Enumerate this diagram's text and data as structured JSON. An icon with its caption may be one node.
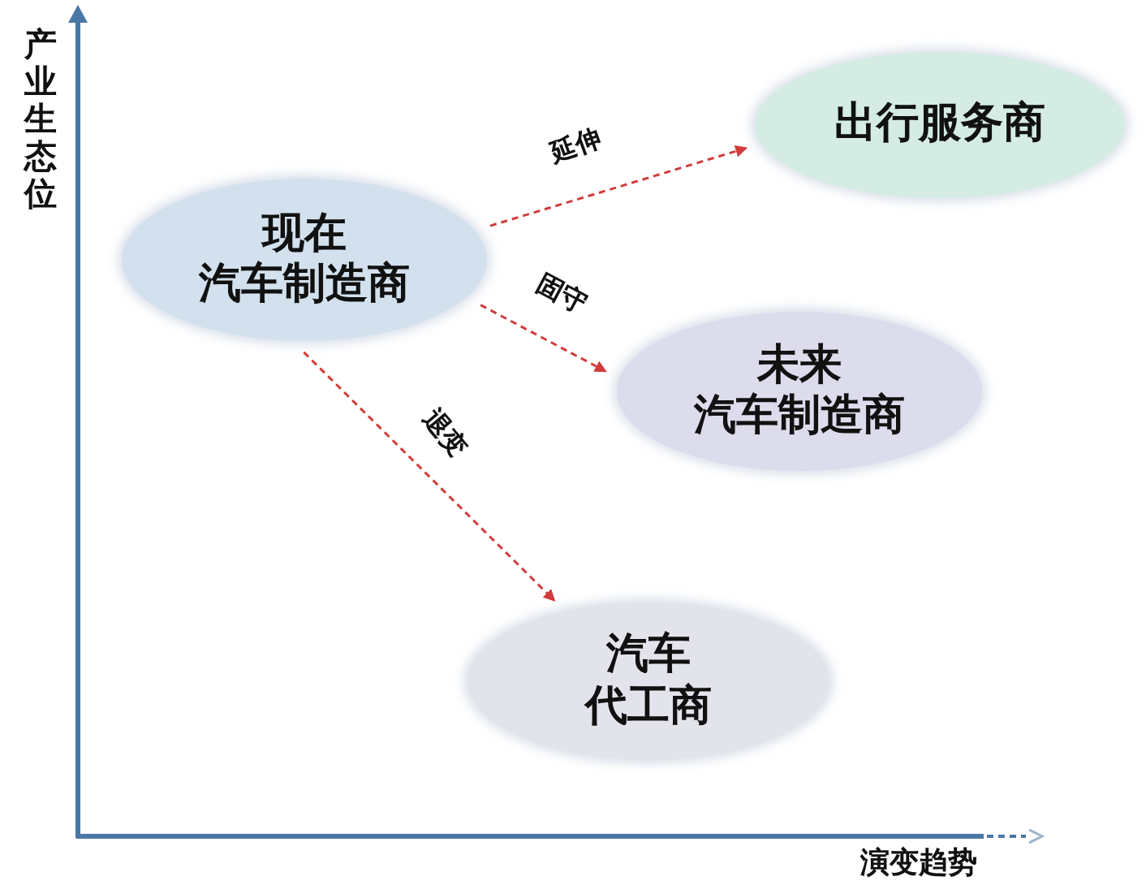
{
  "diagram": {
    "nodes": [
      {
        "text": [
          "现在",
          "汽车制造商"
        ]
      },
      {
        "text": [
          "出行服务商"
        ]
      },
      {
        "text": [
          "未来",
          "汽车制造商"
        ]
      },
      {
        "text": [
          "汽车",
          "代工商"
        ]
      }
    ],
    "edges": [
      {
        "from": 0,
        "to": 1,
        "arrow": "to",
        "label": "延伸",
        "style": "dashed"
      },
      {
        "from": 0,
        "to": 2,
        "arrow": "to",
        "label": "固守",
        "style": "dashed"
      },
      {
        "from": 0,
        "to": 3,
        "arrow": "to",
        "label": "退变",
        "style": "dashed"
      }
    ],
    "labels": [
      "产业生态位",
      "演变趋势"
    ]
  }
}
